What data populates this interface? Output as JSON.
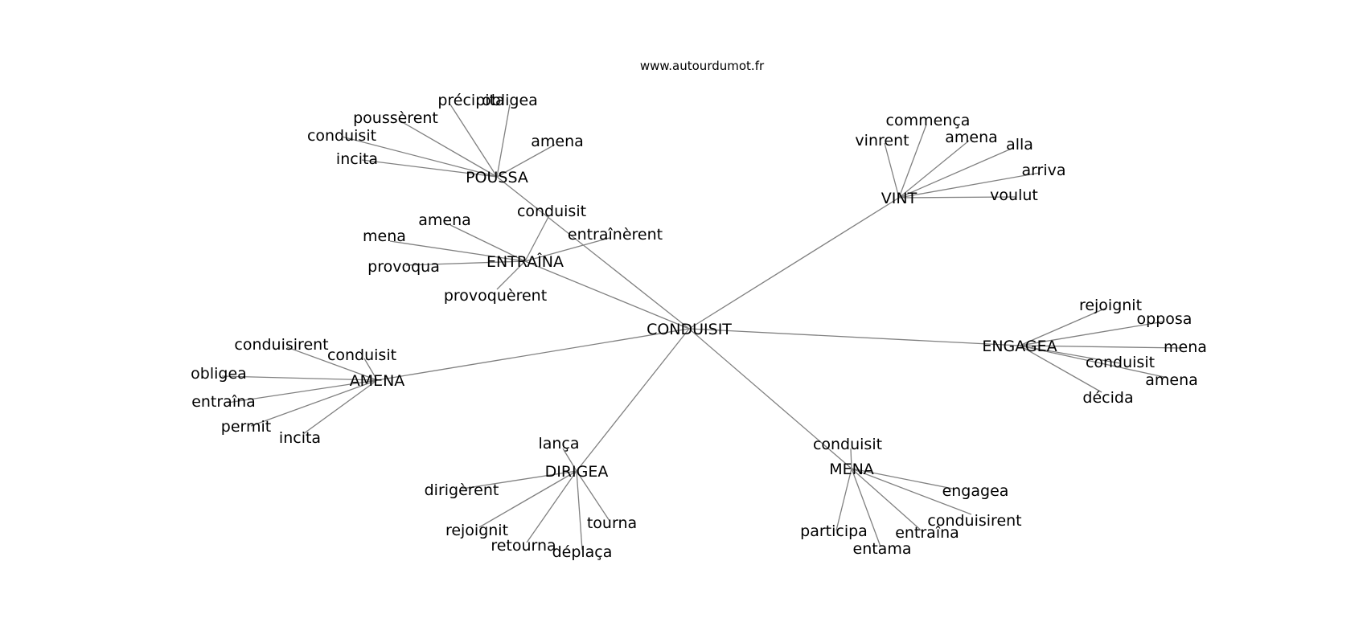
{
  "site_label": "www.autourdumot.fr",
  "graph": {
    "center": "CONDUISIT",
    "clusters": [
      {
        "hub": "POUSSA",
        "leaves": [
          "précipita",
          "obligea",
          "poussèrent",
          "conduisit",
          "incita",
          "amena"
        ]
      },
      {
        "hub": "VINT",
        "leaves": [
          "commença",
          "vinrent",
          "amena",
          "alla",
          "arriva",
          "voulut"
        ]
      },
      {
        "hub": "ENTRAÎNA",
        "leaves": [
          "amena",
          "mena",
          "provoqua",
          "provoquèrent",
          "conduisit",
          "entraînèrent"
        ]
      },
      {
        "hub": "ENGAGEA",
        "leaves": [
          "rejoignit",
          "opposa",
          "mena",
          "conduisit",
          "amena",
          "décida"
        ]
      },
      {
        "hub": "AMENA",
        "leaves": [
          "conduisirent",
          "conduisit",
          "obligea",
          "entraîna",
          "permit",
          "incita"
        ]
      },
      {
        "hub": "DIRIGEA",
        "leaves": [
          "lança",
          "dirigèrent",
          "rejoignit",
          "retourna",
          "déplaça",
          "tourna"
        ]
      },
      {
        "hub": "MENA",
        "leaves": [
          "conduisit",
          "engagea",
          "conduisirent",
          "entraîna",
          "entama",
          "participa"
        ]
      }
    ]
  }
}
